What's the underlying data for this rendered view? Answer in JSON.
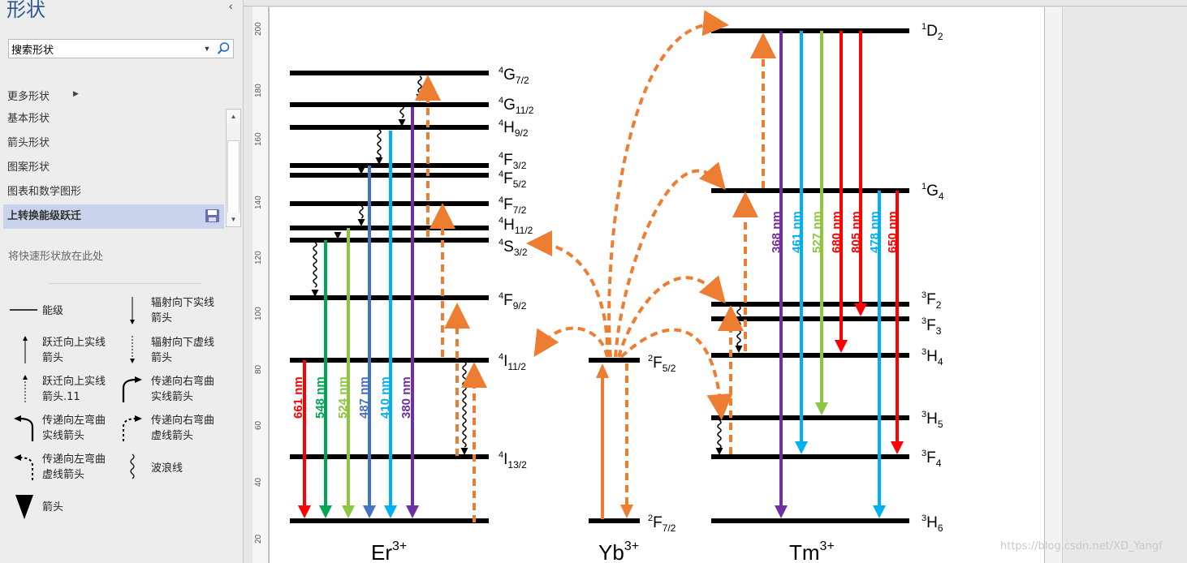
{
  "app": {
    "pane_title": "形状",
    "collapse_icon": "chevron-left-icon",
    "search_input": {
      "value": "搜索形状",
      "placeholder": "搜索形状"
    },
    "more_shapes": "更多形状",
    "stencils": [
      {
        "label": "基本形状",
        "active": false
      },
      {
        "label": "箭头形状",
        "active": false
      },
      {
        "label": "图案形状",
        "active": false
      },
      {
        "label": "图表和数学图形",
        "active": false
      },
      {
        "label": "上转换能级跃迁",
        "active": true
      }
    ],
    "quick_shapes_hint": "将快速形状放在此处",
    "masters": [
      {
        "label": "能级",
        "icon": "energy-level-line-icon"
      },
      {
        "label": "辐射向下实线箭头",
        "icon": "down-solid-arrow-icon"
      },
      {
        "label": "跃迁向上实线箭头",
        "icon": "up-solid-arrow-icon"
      },
      {
        "label": "辐射向下虚线箭头",
        "icon": "down-dashed-arrow-icon"
      },
      {
        "label": "跃迁向上实线箭头.11",
        "icon": "up-dotted-arrow-icon"
      },
      {
        "label": "传递向右弯曲实线箭头",
        "icon": "curved-right-solid-arrow-icon"
      },
      {
        "label": "传递向左弯曲实线箭头",
        "icon": "curved-left-solid-arrow-icon"
      },
      {
        "label": "传递向右弯曲虚线箭头",
        "icon": "curved-right-dashed-arrow-icon"
      },
      {
        "label": "传递向左弯曲虚线箭头",
        "icon": "curved-left-dashed-arrow-icon"
      },
      {
        "label": "波浪线",
        "icon": "wavy-line-icon"
      },
      {
        "label": "箭头",
        "icon": "triangle-arrowhead-icon"
      }
    ],
    "ruler_ticks": [
      "200",
      "180",
      "160",
      "140",
      "120",
      "100",
      "80",
      "60",
      "40",
      "20"
    ],
    "watermark": "https://blog.csdn.net/XD_Yangf"
  },
  "diagram": {
    "ions": {
      "er": {
        "base": "Er",
        "sup": "3+"
      },
      "yb": {
        "base": "Yb",
        "sup": "3+"
      },
      "tm": {
        "base": "Tm",
        "sup": "3+"
      }
    },
    "er_levels": [
      {
        "sup": "4",
        "base": "G",
        "sub": "7/2"
      },
      {
        "sup": "4",
        "base": "G",
        "sub": "11/2"
      },
      {
        "sup": "4",
        "base": "H",
        "sub": "9/2"
      },
      {
        "sup": "4",
        "base": "F",
        "sub": "3/2"
      },
      {
        "sup": "4",
        "base": "F",
        "sub": "5/2"
      },
      {
        "sup": "4",
        "base": "F",
        "sub": "7/2"
      },
      {
        "sup": "4",
        "base": "H",
        "sub": "11/2"
      },
      {
        "sup": "4",
        "base": "S",
        "sub": "3/2"
      },
      {
        "sup": "4",
        "base": "F",
        "sub": "9/2"
      },
      {
        "sup": "4",
        "base": "I",
        "sub": "11/2"
      },
      {
        "sup": "4",
        "base": "I",
        "sub": "13/2"
      }
    ],
    "yb_levels": [
      {
        "sup": "2",
        "base": "F",
        "sub": "5/2"
      },
      {
        "sup": "2",
        "base": "F",
        "sub": "7/2"
      }
    ],
    "tm_levels": [
      {
        "sup": "1",
        "base": "D",
        "sub": "2"
      },
      {
        "sup": "1",
        "base": "G",
        "sub": "4"
      },
      {
        "sup": "3",
        "base": "F",
        "sub": "2"
      },
      {
        "sup": "3",
        "base": "F",
        "sub": "3"
      },
      {
        "sup": "3",
        "base": "H",
        "sub": "4"
      },
      {
        "sup": "3",
        "base": "H",
        "sub": "5"
      },
      {
        "sup": "3",
        "base": "F",
        "sub": "4"
      },
      {
        "sup": "3",
        "base": "H",
        "sub": "6"
      }
    ],
    "er_emissions": [
      {
        "label": "661 nm",
        "color": "#ff0000"
      },
      {
        "label": "548 nm",
        "color": "#00a651"
      },
      {
        "label": "524 nm",
        "color": "#8dc63f"
      },
      {
        "label": "487 nm",
        "color": "#4472c4"
      },
      {
        "label": "410 nm",
        "color": "#00b0f0"
      },
      {
        "label": "380 nm",
        "color": "#7030a0"
      }
    ],
    "tm_emissions": [
      {
        "label": "368 nm",
        "color": "#7030a0"
      },
      {
        "label": "461 nm",
        "color": "#00b0f0"
      },
      {
        "label": "527 nm",
        "color": "#8dc63f"
      },
      {
        "label": "680 nm",
        "color": "#ff0000"
      },
      {
        "label": "805 nm",
        "color": "#ff0000"
      },
      {
        "label": "478 nm",
        "color": "#00b0f0"
      },
      {
        "label": "650 nm",
        "color": "#ff0000"
      }
    ],
    "transfer_color": "#ed7d31"
  }
}
